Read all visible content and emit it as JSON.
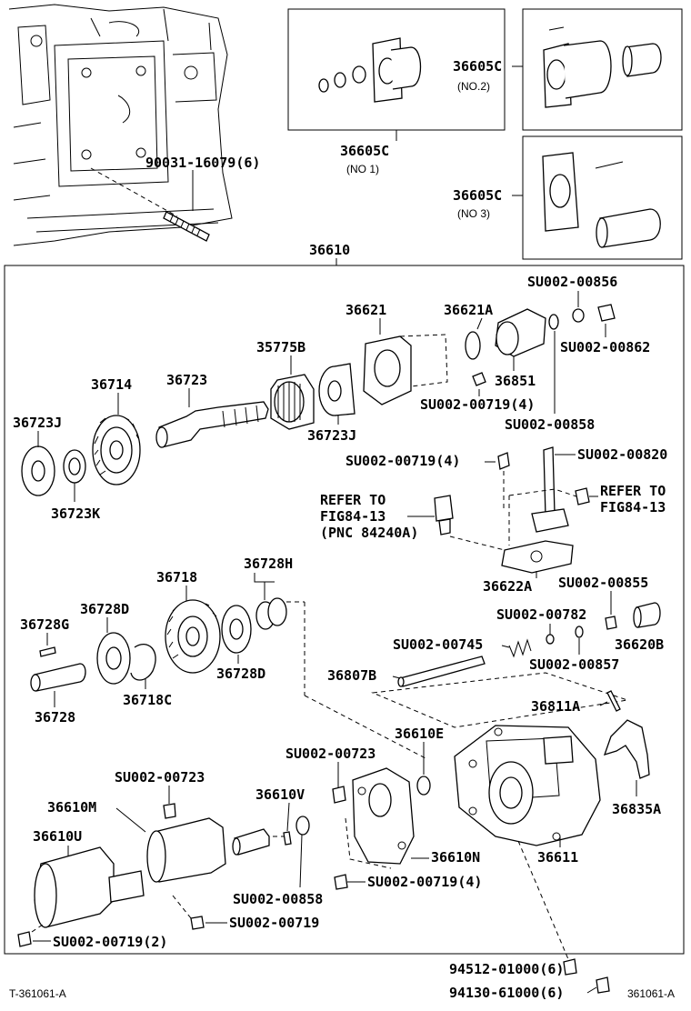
{
  "callouts": {
    "stud": "90031-16079(6)",
    "c_no1": "36605C",
    "c_no1_sub": "(NO 1)",
    "c_no2": "36605C",
    "c_no2_sub": "(NO.2)",
    "c_no3": "36605C",
    "c_no3_sub": "(NO 3)",
    "assy": "36610",
    "p36621": "36621",
    "p36621A": "36621A",
    "su856": "SU002-00856",
    "su862": "SU002-00862",
    "p35775B": "35775B",
    "p36851": "36851",
    "p36714": "36714",
    "p36723": "36723",
    "su719a": "SU002-00719(4)",
    "su858a": "SU002-00858",
    "p36723J_l": "36723J",
    "p36723J_r": "36723J",
    "p36723K": "36723K",
    "su719b": "SU002-00719(4)",
    "su820": "SU002-00820",
    "refer1_a": "REFER TO",
    "refer1_b": "FIG84-13",
    "refer1_c": "(PNC 84240A)",
    "refer2_a": "REFER TO",
    "refer2_b": "FIG84-13",
    "p36622A": "36622A",
    "p36718": "36718",
    "p36728H": "36728H",
    "su855": "SU002-00855",
    "p36728D_l": "36728D",
    "p36728G": "36728G",
    "su782": "SU002-00782",
    "su745": "SU002-00745",
    "p36620B": "36620B",
    "p36728D_r": "36728D",
    "su857": "SU002-00857",
    "p36807B": "36807B",
    "p36728": "36728",
    "p36718C": "36718C",
    "p36811A": "36811A",
    "p36610E": "36610E",
    "su723a": "SU002-00723",
    "su723b": "SU002-00723",
    "p36610M": "36610M",
    "p36610V": "36610V",
    "p36835A": "36835A",
    "p36610U": "36610U",
    "p36610N": "36610N",
    "p36611": "36611",
    "su719c": "SU002-00719(4)",
    "su858b": "SU002-00858",
    "su719d": "SU002-00719",
    "su719e": "SU002-00719(2)",
    "p94512": "94512-01000(6)",
    "p94130": "94130-61000(6)"
  },
  "footer": {
    "left_code": "T-361061-A",
    "right_code": "361061-A"
  }
}
